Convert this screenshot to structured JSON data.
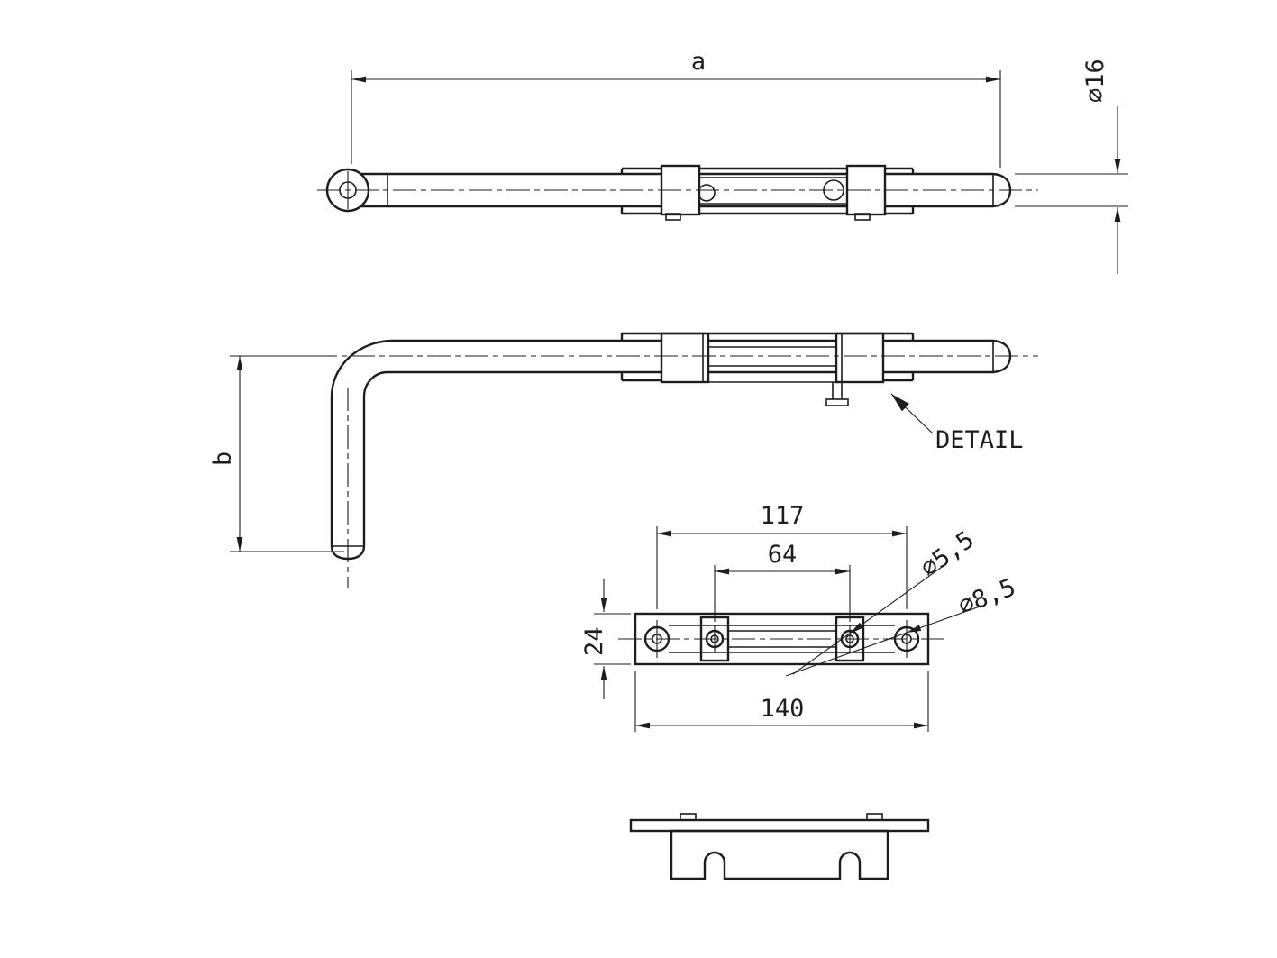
{
  "drawing": {
    "background": "#ffffff",
    "line_color": "#1d1d1d",
    "labels": {
      "dim_a": "a",
      "dia_16": "∅16",
      "dim_b": "b",
      "detail": "DETAIL",
      "dim_117": "117",
      "dim_64": "64",
      "dim_24": "24",
      "dim_140": "140",
      "dia_5_5": "∅5,5",
      "dia_8_5": "∅8,5"
    }
  }
}
